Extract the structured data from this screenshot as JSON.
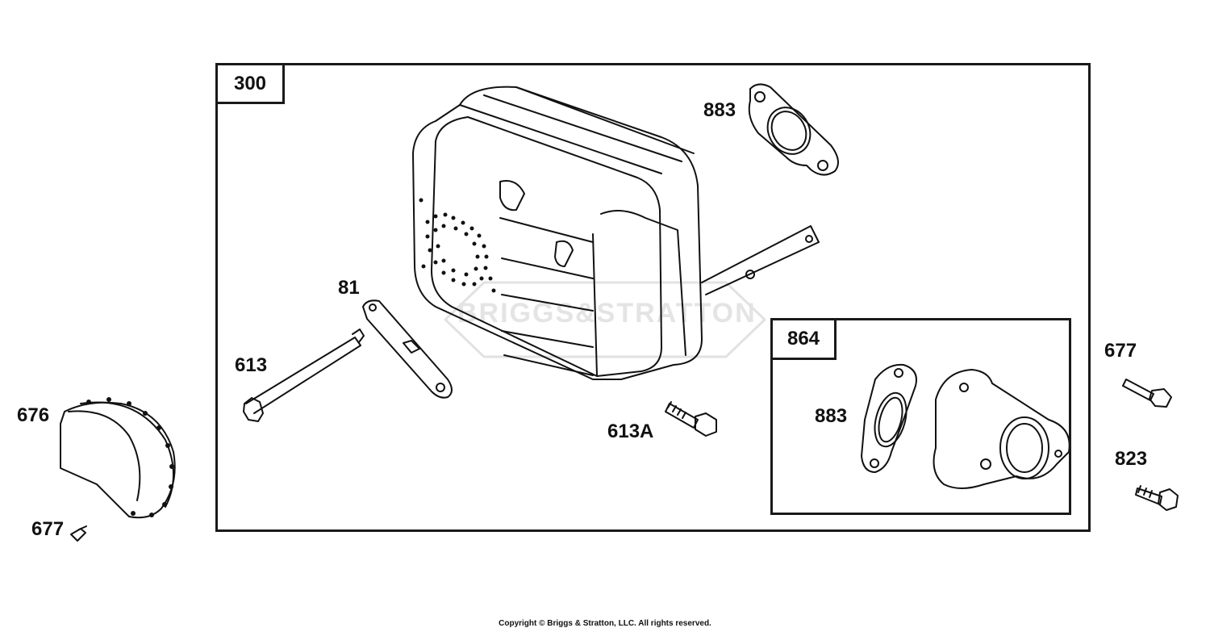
{
  "diagram": {
    "groups": [
      {
        "id": "300"
      },
      {
        "id": "864"
      }
    ],
    "callouts": {
      "c_300": "300",
      "c_883_top": "883",
      "c_81": "81",
      "c_613": "613",
      "c_676": "676",
      "c_677_left": "677",
      "c_613A": "613A",
      "c_864": "864",
      "c_883_inner": "883",
      "c_677_right": "677",
      "c_823": "823"
    },
    "watermark": "BRIGGS&STRATTON",
    "copyright": "Copyright © Briggs & Stratton, LLC. All rights reserved."
  }
}
